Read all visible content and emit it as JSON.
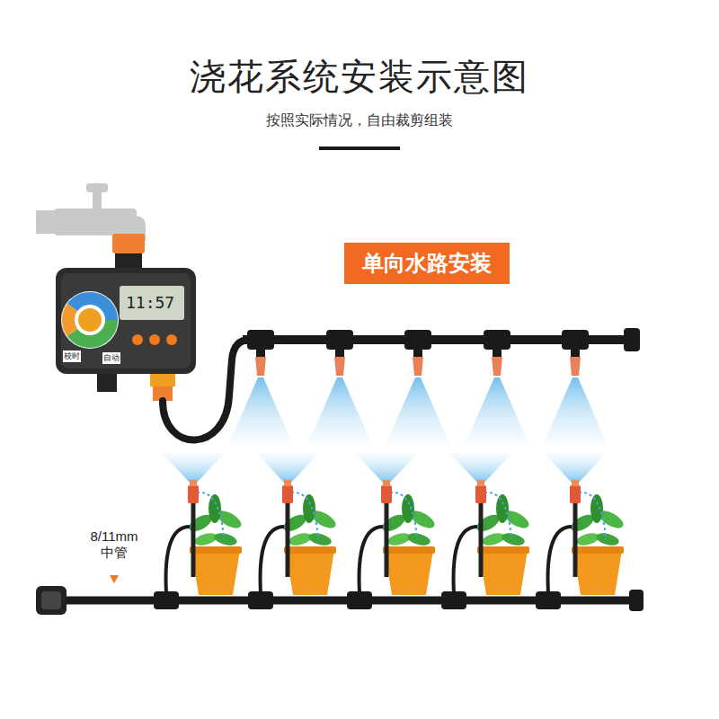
{
  "diagram": {
    "title": "浇花系统安装示意图",
    "nodes": [
      {
        "text": [
          "单向水路安装"
        ]
      }
    ],
    "labels": [
      "按照实际情况，自由裁剪组装",
      "8/11mm 中管",
      "11:57",
      "校时",
      "自动"
    ]
  }
}
